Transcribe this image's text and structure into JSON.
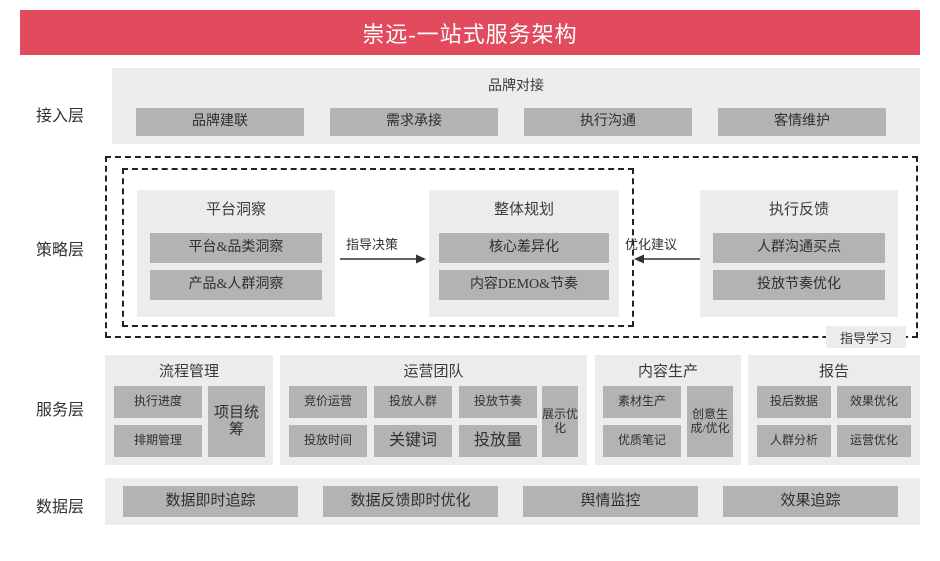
{
  "title": "崇远-一站式服务架构",
  "colors": {
    "banner": "#e24b5e",
    "panel_bg": "#ececec",
    "chip_bg": "#b3b3b3",
    "dashed_border": "#222222"
  },
  "rows": {
    "access_label": "接入层",
    "strategy_label": "策略层",
    "service_label": "服务层",
    "data_label": "数据层"
  },
  "access": {
    "title": "品牌对接",
    "items": [
      "品牌建联",
      "需求承接",
      "执行沟通",
      "客情维护"
    ]
  },
  "strategy": {
    "groups": [
      {
        "title": "平台洞察",
        "items": [
          "平台&品类洞察",
          "产品&人群洞察"
        ]
      },
      {
        "title": "整体规划",
        "items": [
          "核心差异化",
          "内容DEMO&节奏"
        ]
      },
      {
        "title": "执行反馈",
        "items": [
          "人群沟通买点",
          "投放节奏优化"
        ]
      }
    ],
    "arrows": [
      {
        "label": "指导决策",
        "direction": "right"
      },
      {
        "label": "优化建议",
        "direction": "left"
      }
    ],
    "guide_learning": "指导学习"
  },
  "service": {
    "panels": [
      {
        "title": "流程管理",
        "small": [
          "执行进度",
          "排期管理"
        ],
        "tall": "项目统筹"
      },
      {
        "title": "运营团队",
        "row1": [
          "竞价运营",
          "投放人群",
          "投放节奏"
        ],
        "row2": [
          "投放时间",
          "关键词",
          "投放量"
        ],
        "tall": "展示优化"
      },
      {
        "title": "内容生产",
        "small": [
          "素材生产",
          "优质笔记"
        ],
        "tall": "创意生成/优化"
      },
      {
        "title": "报告",
        "row1": [
          "投后数据",
          "效果优化"
        ],
        "row2": [
          "人群分析",
          "运营优化"
        ]
      }
    ]
  },
  "data": {
    "items": [
      "数据即时追踪",
      "数据反馈即时优化",
      "舆情监控",
      "效果追踪"
    ]
  }
}
